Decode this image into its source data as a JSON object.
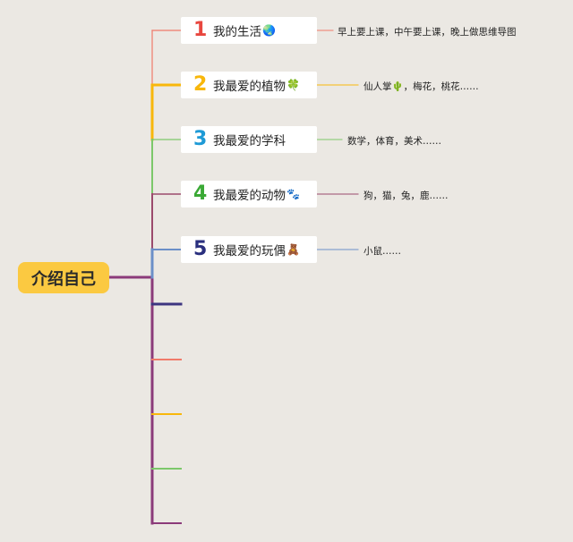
{
  "root": {
    "label": "介绍自己"
  },
  "branches": [
    {
      "number": "1",
      "label": "我的生活",
      "emoji": "🌏",
      "color": "#e8473f",
      "line_color": "#f07a6a",
      "note": "早上要上课，中午要上课，晚上做思维导图"
    },
    {
      "number": "2",
      "label": "我最爱的植物",
      "emoji": "🍀",
      "color": "#f8b70b",
      "line_color": "#f8b70b",
      "note": "仙人掌🌵，梅花，桃花……"
    },
    {
      "number": "3",
      "label": "我最爱的学科",
      "emoji": "",
      "color": "#1e9ad6",
      "line_color": "#7cc86a",
      "note": "数学，体育，美术……"
    },
    {
      "number": "4",
      "label": "我最爱的动物",
      "emoji": "🐾",
      "color": "#3aa935",
      "line_color": "#9b4a6c",
      "note": "狗，猫，兔，鹿……"
    },
    {
      "number": "5",
      "label": "我最爱的玩偶",
      "emoji": "🧸",
      "color": "#2a2f7e",
      "line_color": "#6b8fc8",
      "note": "小鼠……"
    }
  ],
  "empty_branch_colors": [
    "#3d3580",
    "#f07a6a",
    "#f8b70b",
    "#7cc86a",
    "#8b3a7a"
  ],
  "colors": {
    "background": "#ebe8e3",
    "root": "#fbc941",
    "trunk": "#8b3a7a"
  }
}
